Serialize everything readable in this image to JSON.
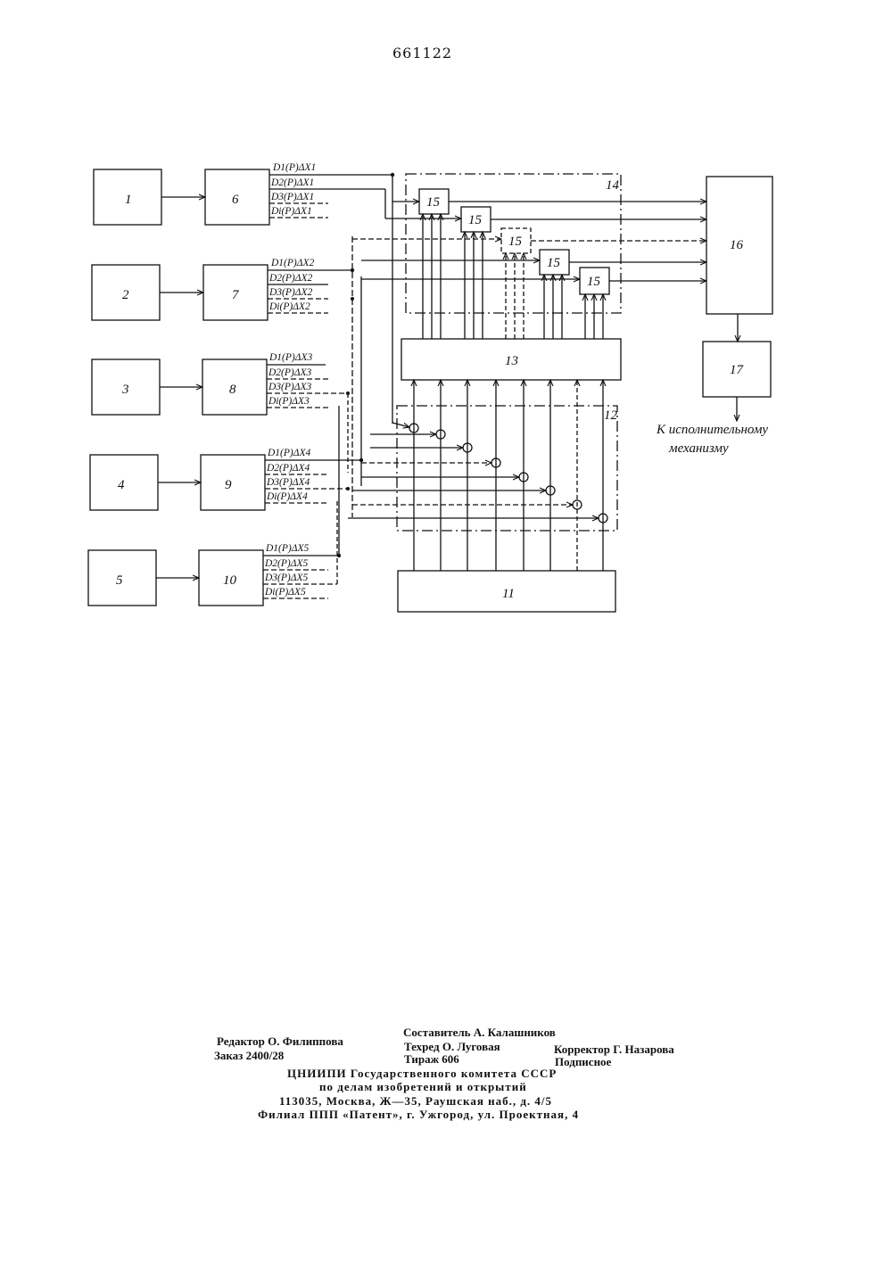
{
  "page_number": "661122",
  "blocks": {
    "b1": "1",
    "b2": "2",
    "b3": "3",
    "b4": "4",
    "b5": "5",
    "b6": "6",
    "b7": "7",
    "b8": "8",
    "b9": "9",
    "b10": "10",
    "b11": "11",
    "b12": "12",
    "b13": "13",
    "b14": "14",
    "b15": "15",
    "b16": "16",
    "b17": "17"
  },
  "signals": {
    "s6": [
      "D1(P)ΔX1",
      "D2(P)ΔX1",
      "D3(P)ΔX1",
      "Di(P)ΔX1"
    ],
    "s7": [
      "D1(P)ΔX2",
      "D2(P)ΔX2",
      "D3(P)ΔX2",
      "Di(P)ΔX2"
    ],
    "s8": [
      "D1(P)ΔX3",
      "D2(P)ΔX3",
      "D3(P)ΔX3",
      "Di(P)ΔX3"
    ],
    "s9": [
      "D1(P)ΔX4",
      "D2(P)ΔX4",
      "D3(P)ΔX4",
      "Di(P)ΔX4"
    ],
    "s10": [
      "D1(P)ΔX5",
      "D2(P)ΔX5",
      "D3(P)ΔX5",
      "Di(P)ΔX5"
    ]
  },
  "output_label": [
    "К исполнительному",
    "механизму"
  ],
  "imprint": {
    "composer": "Составитель А. Калашников",
    "editor": "Редактор О. Филиппова",
    "techred": "Техред О. Луговая",
    "corrector": "Корректор Г. Назарова",
    "order": "Заказ 2400/28",
    "circulation": "Тираж 606",
    "subscription": "Подписное",
    "org1": "ЦНИИПИ Государственного комитета СССР",
    "org2": "по делам изобретений и открытий",
    "address": "113035, Москва, Ж—35, Раушская наб., д. 4/5",
    "branch": "Филиал ППП «Патент», г. Ужгород, ул. Проектная, 4"
  }
}
